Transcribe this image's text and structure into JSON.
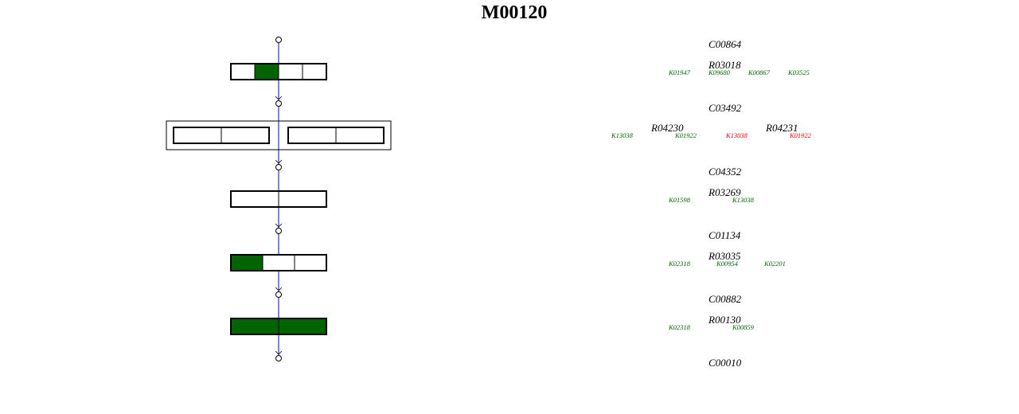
{
  "title": "M00120",
  "colors": {
    "present": "#006400",
    "absent": "#ffffff",
    "ko_present_text": "#006400",
    "ko_missing_text": "#e00000",
    "connector": "#0000cc",
    "outline": "#000000"
  },
  "steps": [
    {
      "compound": "C00864",
      "groups": [
        {
          "reaction": "R03018",
          "kos": [
            {
              "id": "K01947",
              "present": false
            },
            {
              "id": "K09680",
              "present": true
            },
            {
              "id": "K00867",
              "present": false
            },
            {
              "id": "K03525",
              "present": false
            }
          ]
        }
      ]
    },
    {
      "compound": "C03492",
      "groups": [
        {
          "reaction": "R04230",
          "kos": [
            {
              "id": "K13038",
              "present": false
            },
            {
              "id": "K01922",
              "present": false
            }
          ]
        },
        {
          "reaction": "R04231",
          "kos": [
            {
              "id": "K13038",
              "present": false,
              "missing": true
            },
            {
              "id": "K01922",
              "present": false,
              "missing": true
            }
          ]
        }
      ]
    },
    {
      "compound": "C04352",
      "groups": [
        {
          "reaction": "R03269",
          "kos": [
            {
              "id": "K01598",
              "present": false
            },
            {
              "id": "K13038",
              "present": false
            }
          ]
        }
      ]
    },
    {
      "compound": "C01134",
      "groups": [
        {
          "reaction": "R03035",
          "kos": [
            {
              "id": "K02318",
              "present": true
            },
            {
              "id": "K00954",
              "present": false
            },
            {
              "id": "K02201",
              "present": false
            }
          ]
        }
      ]
    },
    {
      "compound": "C00882",
      "groups": [
        {
          "reaction": "R00130",
          "kos": [
            {
              "id": "K02318",
              "present": true
            },
            {
              "id": "K00859",
              "present": true
            }
          ]
        }
      ]
    }
  ],
  "final_compound": "C00010"
}
